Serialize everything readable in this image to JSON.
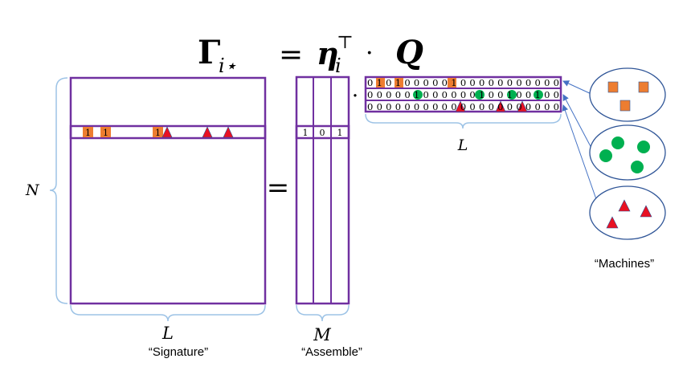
{
  "equation": {
    "lhs": "Γ",
    "lhs_sub": "i⋆",
    "equals": "=",
    "eta": "η",
    "eta_sub": "i",
    "eta_sup": "⊤",
    "dot": "·",
    "q": "Q"
  },
  "signature_matrix": {
    "row_label": "N",
    "col_label": "L",
    "caption": "“Signature”",
    "highlighted_row": [
      "1",
      "1",
      "1"
    ]
  },
  "assemble_matrix": {
    "equals_sign": "=",
    "col_label": "M",
    "caption": "“Assemble”",
    "highlighted_row": [
      "1",
      "0",
      "1"
    ]
  },
  "q_matrix": {
    "dot": "·",
    "col_label": "L",
    "rows": [
      "0 1 0 1 0 0 0 0 0 1 0 0 0 0 0 0 0 0 0 0 0",
      "0 0 0 0 0 1 0 0 0 0 0 0 1 0 0 1 0 0 1 0 0",
      "0 0 0 0 0 0 0 0 0 0 0 0 0 0 0 0 0 0 0 0 0"
    ]
  },
  "machines": {
    "caption": "“Machines”"
  },
  "colors": {
    "frame": "#7030a0",
    "orange": "#ed7d31",
    "green": "#00b050",
    "red": "#e81123",
    "brace": "#9dc3e6",
    "arrow": "#4472c4",
    "ellipse": "#2f5597"
  }
}
